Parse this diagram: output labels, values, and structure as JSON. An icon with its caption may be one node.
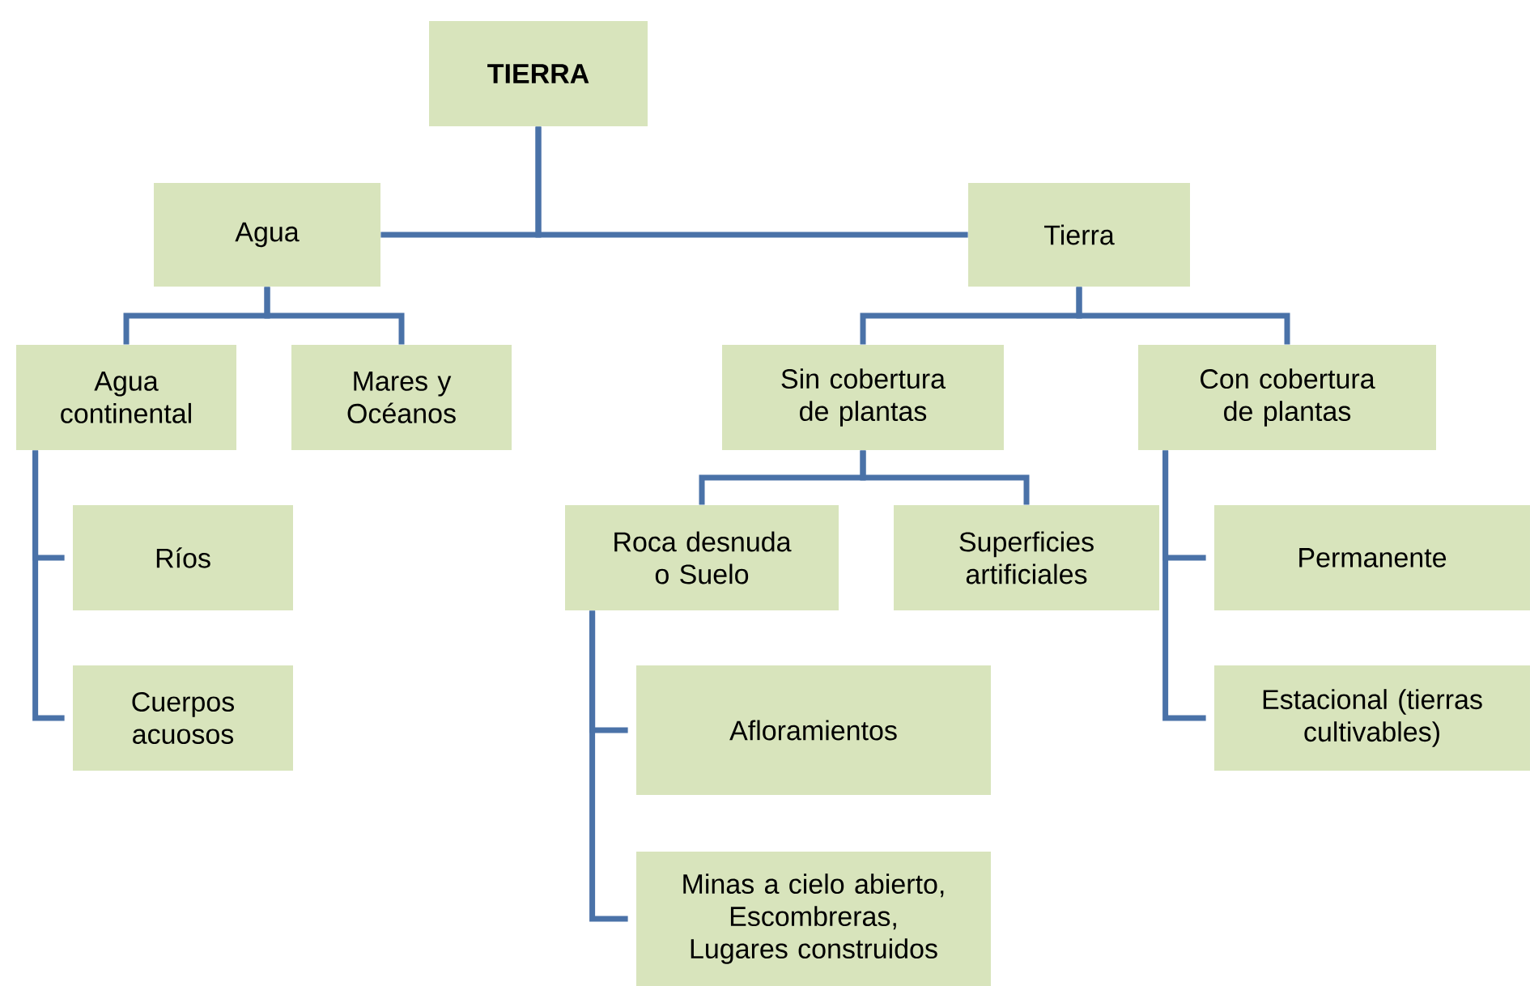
{
  "diagram": {
    "nodes": [
      {
        "text": [
          "TIERRA"
        ]
      },
      {
        "text": [
          "Agua"
        ]
      },
      {
        "text": [
          "Tierra"
        ]
      },
      {
        "text": [
          "Agua continental"
        ]
      },
      {
        "text": [
          "Mares y Océanos"
        ]
      },
      {
        "text": [
          "Sin cobertura de plantas"
        ]
      },
      {
        "text": [
          "Con cobertura de plantas"
        ]
      },
      {
        "text": [
          "Ríos"
        ]
      },
      {
        "text": [
          "Cuerpos acuosos"
        ]
      },
      {
        "text": [
          "Roca desnuda o Suelo"
        ]
      },
      {
        "text": [
          "Superficies artificiales"
        ]
      },
      {
        "text": [
          "Afloramientos"
        ]
      },
      {
        "text": [
          "Minas a cielo abierto, Escombreras, Lugares construidos"
        ]
      },
      {
        "text": [
          "Permanente"
        ]
      },
      {
        "text": [
          "Estacional (tierras cultivables)"
        ]
      }
    ],
    "edges": [
      {
        "from": 0,
        "to": 1,
        "arrow": "none"
      },
      {
        "from": 0,
        "to": 2,
        "arrow": "none"
      },
      {
        "from": 1,
        "to": 3,
        "arrow": "none"
      },
      {
        "from": 1,
        "to": 4,
        "arrow": "none"
      },
      {
        "from": 3,
        "to": 7,
        "arrow": "none"
      },
      {
        "from": 3,
        "to": 8,
        "arrow": "none"
      },
      {
        "from": 2,
        "to": 5,
        "arrow": "none"
      },
      {
        "from": 2,
        "to": 6,
        "arrow": "none"
      },
      {
        "from": 5,
        "to": 9,
        "arrow": "none"
      },
      {
        "from": 5,
        "to": 10,
        "arrow": "none"
      },
      {
        "from": 9,
        "to": 11,
        "arrow": "none"
      },
      {
        "from": 9,
        "to": 12,
        "arrow": "none"
      },
      {
        "from": 6,
        "to": 13,
        "arrow": "none"
      },
      {
        "from": 6,
        "to": 14,
        "arrow": "none"
      }
    ]
  }
}
